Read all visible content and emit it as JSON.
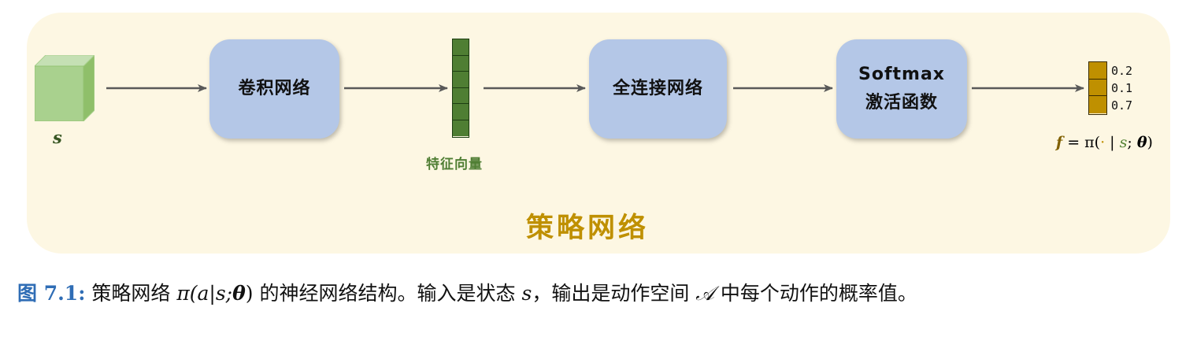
{
  "diagram": {
    "state_label": "s",
    "conv_label": "卷积网络",
    "feature_label": "特征向量",
    "fc_label": "全连接网络",
    "softmax_line1": "Softmax",
    "softmax_line2": "激活函数",
    "probabilities": [
      "0.2",
      "0.1",
      "0.7"
    ],
    "formula": {
      "f": "f",
      "eq": " = π(",
      "dot": "·",
      "bar": " | ",
      "s": "s",
      "semi": "; ",
      "theta": "θ",
      "close": ")"
    },
    "panel_title": "策略网络"
  },
  "caption": {
    "fig_num": "图 7.1:",
    "text1": " 策略网络 ",
    "math1": "π(a|s;",
    "math1_theta": "θ",
    "math1_close": ")",
    "text2": " 的神经网络结构。输入是状态 ",
    "math2": "s",
    "text3": "，输出是动作空间 ",
    "math3": "𝒜",
    "text4": " 中每个动作的概率值。"
  },
  "colors": {
    "panel_bg": "#fdf7e3",
    "box_fill": "#b4c7e7",
    "feature_green": "#4f7e33",
    "prob_gold": "#bf9000",
    "title_gold": "#bf9000",
    "fig_num_blue": "#2f6db5"
  }
}
